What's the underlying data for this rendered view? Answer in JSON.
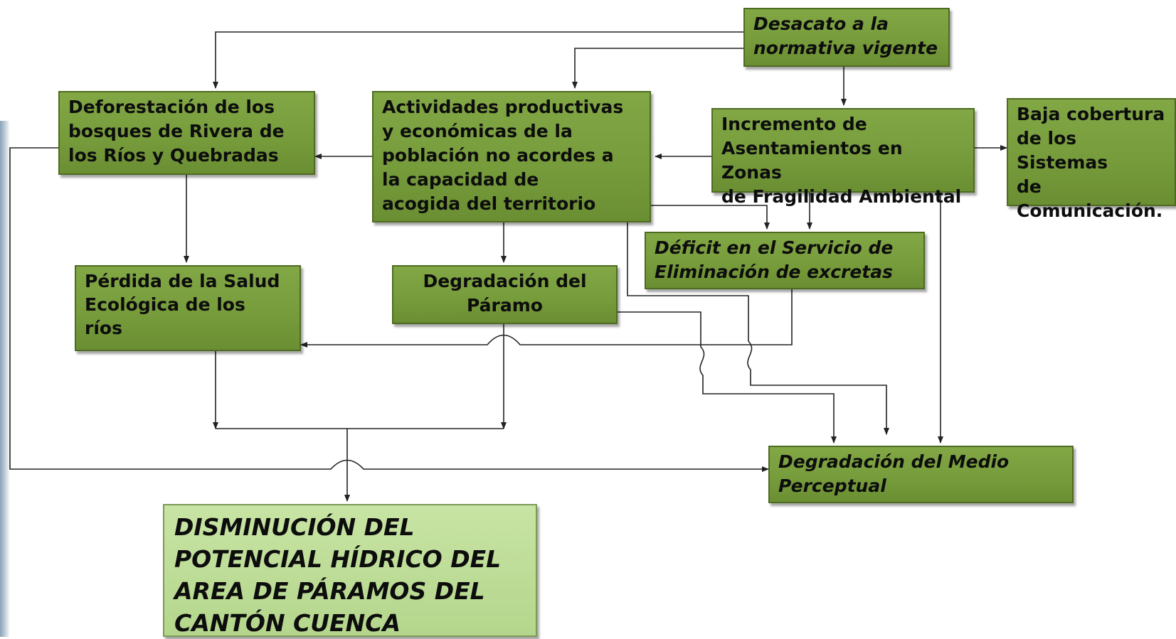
{
  "nodes": {
    "desacato": "Desacato a la\nnormativa vigente",
    "deforestacion": "Deforestación de los\nbosques de Rivera de\nlos Ríos y Quebradas",
    "actividades": "Actividades productivas\ny económicas de la\npoblación no acordes a\nla capacidad de\nacogida del territorio",
    "incremento": "Incremento de\nAsentamientos en Zonas\nde Fragilidad Ambiental",
    "baja_cobertura": "Baja cobertura\nde los Sistemas\nde\nComunicación.",
    "perdida_salud": "Pérdida de la Salud\nEcológica de los\nríos",
    "degradacion_paramo": "Degradación del\nPáramo",
    "deficit": "Déficit en el Servicio de\nEliminación de excretas",
    "degradacion_medio": "Degradación del Medio\nPerceptual",
    "disminucion": "DISMINUCIÓN DEL\nPOTENCIAL HÍDRICO DEL\nAREA DE PÁRAMOS DEL\nCANTÓN CUENCA"
  },
  "colors": {
    "box_fill": "#769b3b",
    "final_box_fill": "#b4d68c",
    "connector": "#222222"
  }
}
